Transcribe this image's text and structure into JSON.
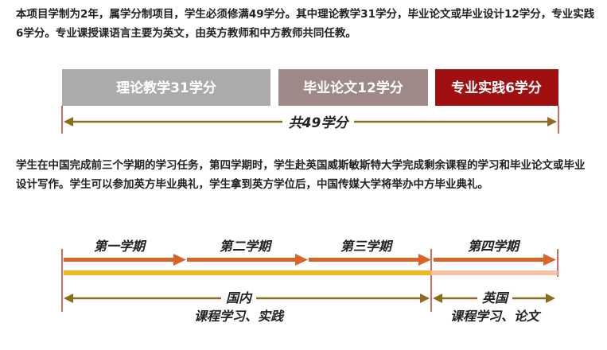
{
  "paragraphs": {
    "intro": "本项目学制为2年，属学分制项目，学生必须修满49学分。其中理论教学31学分，毕业论文或毕业设计12学分，专业实践6学分。专业课授课语言主要为英文，由英方教师和中方教师共同任教。",
    "study": "学生在中国完成前三个学期的学习任务，第四学期时，学生赴英国威斯敏斯特大学完成剩余课程的学习和毕业论文或毕业设计写作。学生可以参加英方毕业典礼，学生拿到英方学位后，中国传媒大学将举办中方毕业典礼。"
  },
  "credits": {
    "segments": [
      {
        "label": "理论教学31学分",
        "credits": 31,
        "color": "#ababab"
      },
      {
        "label": "毕业论文12学分",
        "credits": 12,
        "color": "#9e8986"
      },
      {
        "label": "专业实践6学分",
        "credits": 6,
        "color": "#a01010"
      }
    ],
    "total_label": "共49学分",
    "arrow_color": "#8b6d1e",
    "tick_color": "#c0392b"
  },
  "timeline": {
    "semesters": [
      "第一学期",
      "第二学期",
      "第三学期",
      "第四学期"
    ],
    "arrow_color": "#d9642a",
    "china_bar_color": "#f0b820",
    "uk_bar_color": "#f4c3a3",
    "regions": [
      {
        "name": "国内",
        "activity": "课程学习、实践"
      },
      {
        "name": "英国",
        "activity": "课程学习、论文"
      }
    ]
  }
}
